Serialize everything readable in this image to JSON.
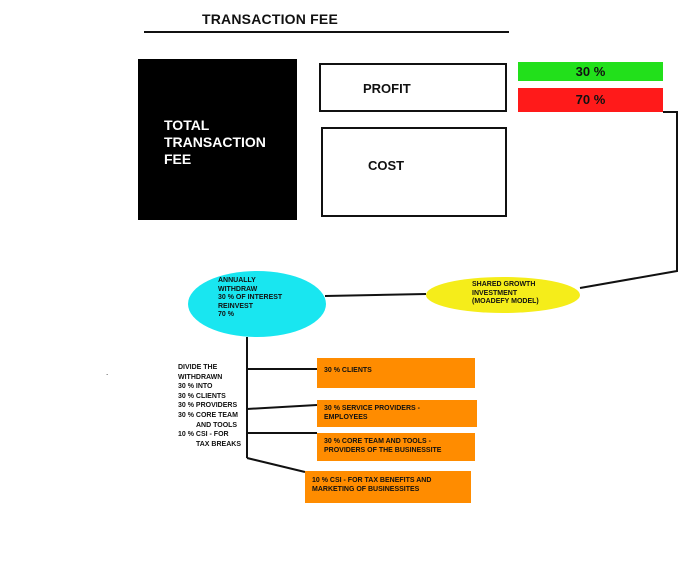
{
  "title": "TRANSACTION FEE",
  "total_box": {
    "lines": [
      "TOTAL",
      "TRANSACTION",
      "FEE"
    ]
  },
  "profit_label": "PROFIT",
  "cost_label": "COST",
  "profit_pct": "30 %",
  "cost_pct": "70 %",
  "colors": {
    "green": "#22e01b",
    "red": "#ff1a1a",
    "cyan": "#19e6f0",
    "yellow": "#f5ed1a",
    "orange": "#ff8c00",
    "black": "#000000"
  },
  "shared_growth": {
    "lines": [
      "SHARED GROWTH",
      "INVESTMENT",
      "(MOADEFY MODEL)"
    ]
  },
  "annual": {
    "lines": [
      "ANNUALLY",
      "WITHDRAW",
      "30 % OF INTEREST",
      "REINVEST",
      "70 %"
    ]
  },
  "divide": {
    "lines": [
      "DIVIDE THE",
      "WITHDRAWN",
      "30 % INTO",
      "30 % CLIENTS",
      "30 % PROVIDERS",
      "30 % CORE TEAM",
      "AND TOOLS",
      "10 % CSI - FOR",
      "TAX BREAKS"
    ]
  },
  "stray_mark": ".",
  "allocations": [
    {
      "lines": [
        "30 % CLIENTS"
      ]
    },
    {
      "lines": [
        "30 % SERVICE PROVIDERS -",
        "EMPLOYEES"
      ]
    },
    {
      "lines": [
        "30 % CORE TEAM AND TOOLS -",
        "PROVIDERS OF THE BUSINESSITE"
      ]
    },
    {
      "lines": [
        "10 % CSI - FOR TAX BENEFITS AND",
        "MARKETING OF BUSINESSITES"
      ]
    }
  ]
}
